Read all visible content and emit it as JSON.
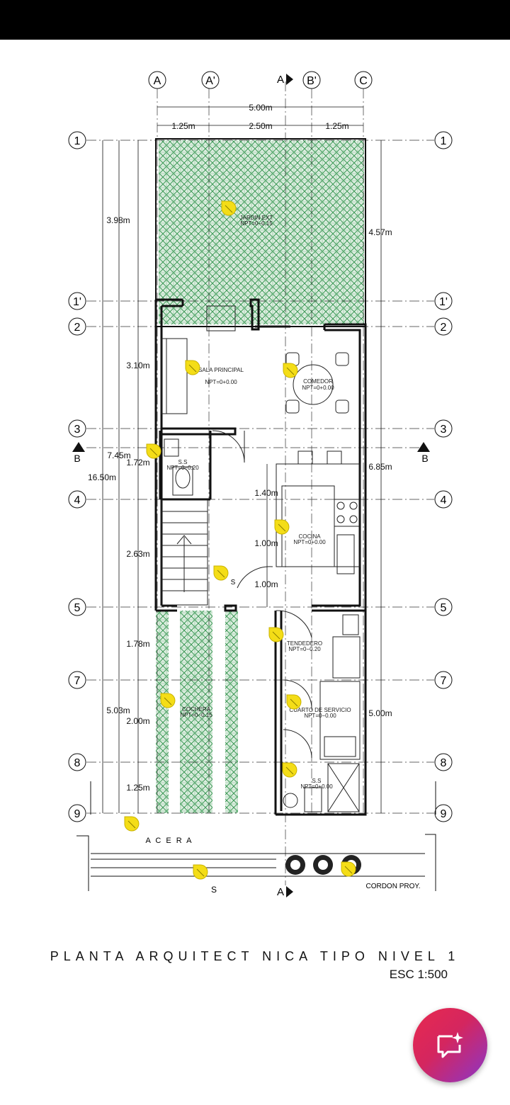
{
  "plan": {
    "grid_columns": [
      "A",
      "A'",
      "A",
      "B'",
      "C"
    ],
    "grid_rows": [
      "1",
      "1'",
      "2",
      "3",
      "4",
      "5",
      "7",
      "8",
      "9"
    ],
    "section_marks": [
      "A",
      "A",
      "B",
      "B"
    ],
    "top_total_dim": "5.00m",
    "top_dims": [
      "1.25m",
      "2.50m",
      "1.25m"
    ],
    "left_outer_total": "16.50m",
    "left_mid_total": "7.45m",
    "left_total_lower": "5.03m",
    "left_dims": [
      "3.98m",
      "3.10m",
      "1.72m",
      "2.63m",
      "1.78m",
      "2.00m",
      "1.25m"
    ],
    "right_dims": [
      "4.57m",
      "6.85m",
      "5.00m"
    ],
    "inner_dims": [
      "1.40m",
      "1.00m",
      "1.00m"
    ],
    "rooms": [
      {
        "name": "JARDIN EXT",
        "level": "NPT=0−0.15"
      },
      {
        "name": "SALA PRINCIPAL",
        "level": "NPT=0+0.00"
      },
      {
        "name": "COMEDOR",
        "level": "NPT=0+0.00"
      },
      {
        "name": "S.S",
        "level": "NPT=0−0.20"
      },
      {
        "name": "COCINA",
        "level": "NPT=0+0.00"
      },
      {
        "name": "TENDEDERO",
        "level": "NPT=0−0.20"
      },
      {
        "name": "CUARTO DE SERVICIO",
        "level": "NPT=0−0.00"
      },
      {
        "name": "COCHERA",
        "level": "NPT=0−0.15"
      },
      {
        "name": "S.S",
        "level": "NPT=0+0.00"
      }
    ],
    "acera": "A C E R A",
    "cordon": "CORDON  PROY.",
    "stairs_mark": "S",
    "colors": {
      "garden": "#2e8b4a",
      "marker": "#f3dd1c",
      "line": "#111111"
    }
  },
  "footer": {
    "title": "PLANTA ARQUITECT NICA TIPO NIVEL 1",
    "scale": "ESC 1:500"
  },
  "fab": {
    "icon": "ai-chat-sparkle-icon"
  }
}
